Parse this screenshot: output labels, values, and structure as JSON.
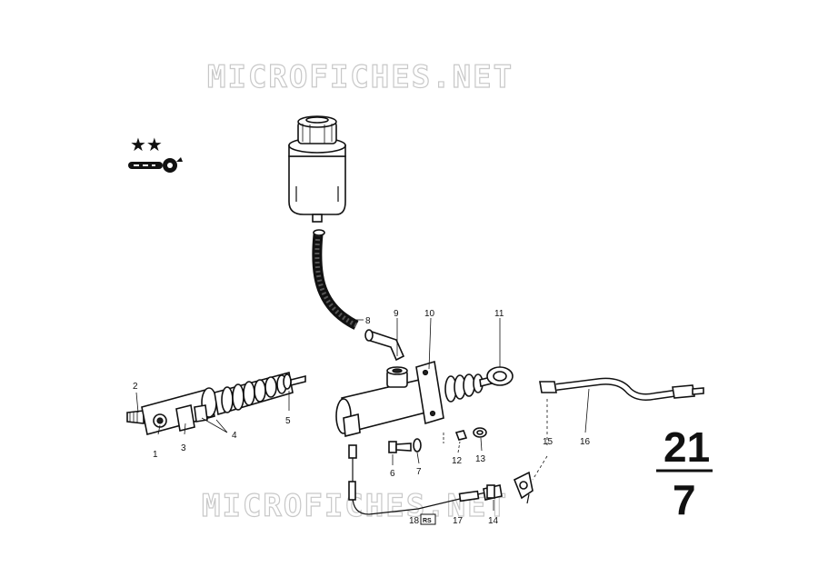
{
  "watermark": {
    "top": "MICROFICHES.NET",
    "bottom": "MICROFICHES.NET"
  },
  "symbol": {
    "stars": "★★"
  },
  "callouts": [
    {
      "id": "c1",
      "text": "1"
    },
    {
      "id": "c2",
      "text": "2"
    },
    {
      "id": "c3",
      "text": "3"
    },
    {
      "id": "c4",
      "text": "4"
    },
    {
      "id": "c5",
      "text": "5"
    },
    {
      "id": "c6",
      "text": "6"
    },
    {
      "id": "c7",
      "text": "7"
    },
    {
      "id": "c8",
      "text": "8"
    },
    {
      "id": "c9",
      "text": "9"
    },
    {
      "id": "c10",
      "text": "10"
    },
    {
      "id": "c11",
      "text": "11"
    },
    {
      "id": "c12",
      "text": "12"
    },
    {
      "id": "c13",
      "text": "13"
    },
    {
      "id": "c14",
      "text": "14"
    },
    {
      "id": "c15",
      "text": "15"
    },
    {
      "id": "c16",
      "text": "16"
    },
    {
      "id": "c17",
      "text": "17"
    },
    {
      "id": "c18",
      "text": "18"
    },
    {
      "id": "c18b",
      "text": "RS"
    }
  ],
  "page_number": {
    "group": "21",
    "sub": "7"
  }
}
